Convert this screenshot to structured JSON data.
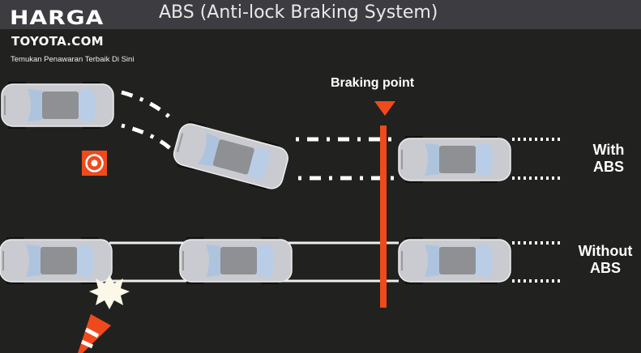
{
  "title": "ABS (Anti-lock Braking System)",
  "logo": {
    "line1": "HARGA",
    "line2": "TOYOTA.COM",
    "tagline": "Temukan Penawaran Terbaik Di Sini"
  },
  "braking_point_label": "Braking point",
  "rows": [
    {
      "label_line1": "With",
      "label_line2": "ABS"
    },
    {
      "label_line1": "Without",
      "label_line2": "ABS"
    }
  ],
  "colors": {
    "accent": "#f04a1c",
    "background": "#21221f",
    "header": "#3d3c41"
  }
}
